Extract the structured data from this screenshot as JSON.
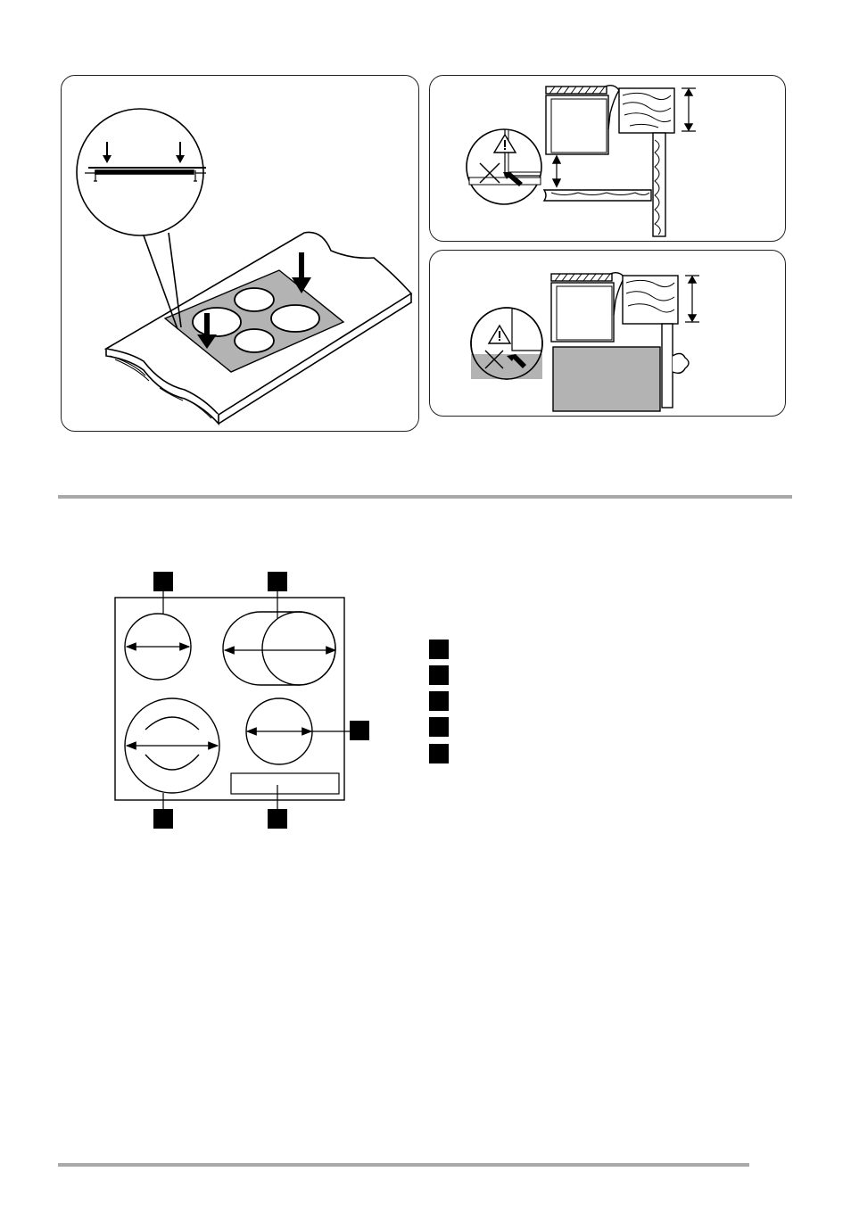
{
  "figures": [
    {
      "name": "hob-installation-perspective",
      "icons": [
        "down-arrow-icon",
        "magnifier-callout"
      ]
    },
    {
      "name": "installation-clearance-drawer",
      "icons": [
        "warning-triangle-icon",
        "cross-icon"
      ]
    },
    {
      "name": "installation-clearance-oven",
      "icons": [
        "warning-triangle-icon",
        "cross-icon"
      ]
    }
  ],
  "hob_layout": {
    "callout_boxes": 5,
    "legend_boxes": 5,
    "colors": {
      "ink": "#000000",
      "fill_grey": "#b3b3b3",
      "rule": "#a9a9a9"
    }
  }
}
